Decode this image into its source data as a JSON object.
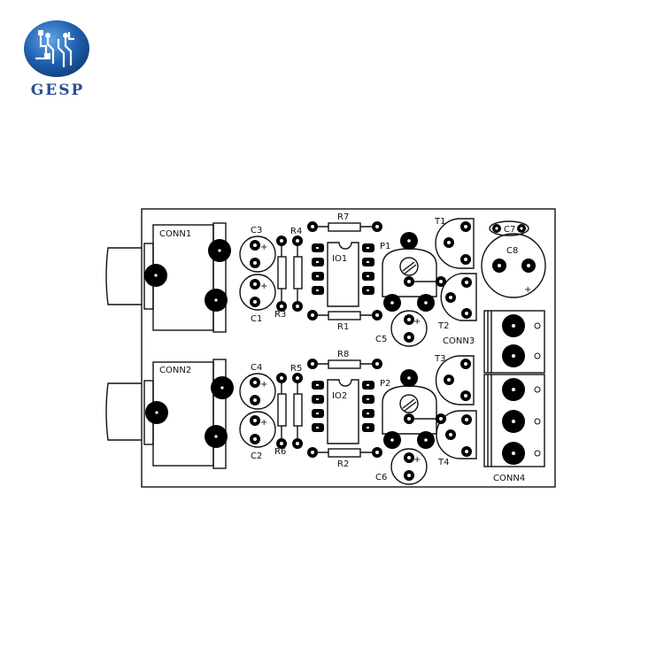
{
  "logo": {
    "text": "GESP",
    "color": "#2a4f8f",
    "globe_color": "#1f5fae"
  },
  "board": {
    "outline_color": "#111111",
    "connectors": {
      "conn1": "CONN1",
      "conn2": "CONN2",
      "conn3": "CONN3",
      "conn4": "CONN4"
    },
    "capacitors": {
      "c1": "C1",
      "c2": "C2",
      "c3": "C3",
      "c4": "C4",
      "c5": "C5",
      "c6": "C6",
      "c7": "C7",
      "c8": "C8"
    },
    "resistors": {
      "r1": "R1",
      "r2": "R2",
      "r3": "R3",
      "r4": "R4",
      "r5": "R5",
      "r6": "R6",
      "r7": "R7",
      "r8": "R8"
    },
    "ics": {
      "io1": "IO1",
      "io2": "IO2"
    },
    "pots": {
      "p1": "P1",
      "p2": "P2"
    },
    "transistors": {
      "t1": "T1",
      "t2": "T2",
      "t3": "T3",
      "t4": "T4"
    },
    "polarity_plus": "+",
    "terminal_marker": "o"
  }
}
